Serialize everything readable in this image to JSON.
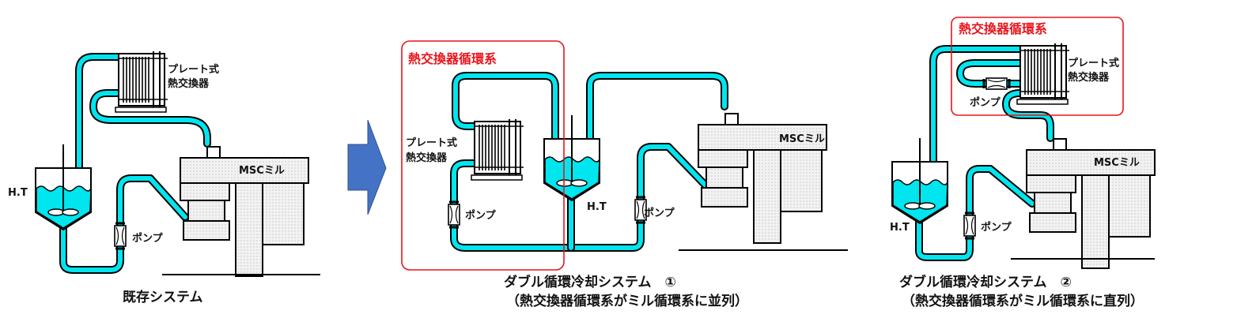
{
  "colors": {
    "pipe": "#00e5ee",
    "outline": "#000000",
    "highlight_box": "#e8141c",
    "arrow": "#4472c4",
    "equipment_fill": "#eeeeee"
  },
  "panels": [
    {
      "id": "existing",
      "heat_exchanger_label": [
        "プレート式",
        "熱交換器"
      ],
      "tank_label": "H.T",
      "pump_label": "ポンプ",
      "mill_label": "MSCミル",
      "caption": [
        "既存システム"
      ]
    },
    {
      "id": "double_parallel",
      "highlight_label": "熱交換器循環系",
      "heat_exchanger_label": [
        "プレート式",
        "熱交換器"
      ],
      "tank_label": "H.T",
      "pump_label_hx": "ポンプ",
      "pump_label_mill": "ポンプ",
      "mill_label": "MSCミル",
      "caption": [
        "ダブル循環冷却システム　①",
        "（熱交換器循環系がミル循環系に並列）"
      ]
    },
    {
      "id": "double_series",
      "highlight_label": "熱交換器循環系",
      "heat_exchanger_label": [
        "プレート式",
        "熱交換器"
      ],
      "tank_label": "H.T",
      "pump_label_hx": "ポンプ",
      "pump_label_mill": "ポンプ",
      "mill_label": "MSCミル",
      "caption": [
        "ダブル循環冷却システム　②",
        "（熱交換器循環系がミル循環系に直列）"
      ]
    }
  ],
  "transition_arrow": "right-arrow"
}
